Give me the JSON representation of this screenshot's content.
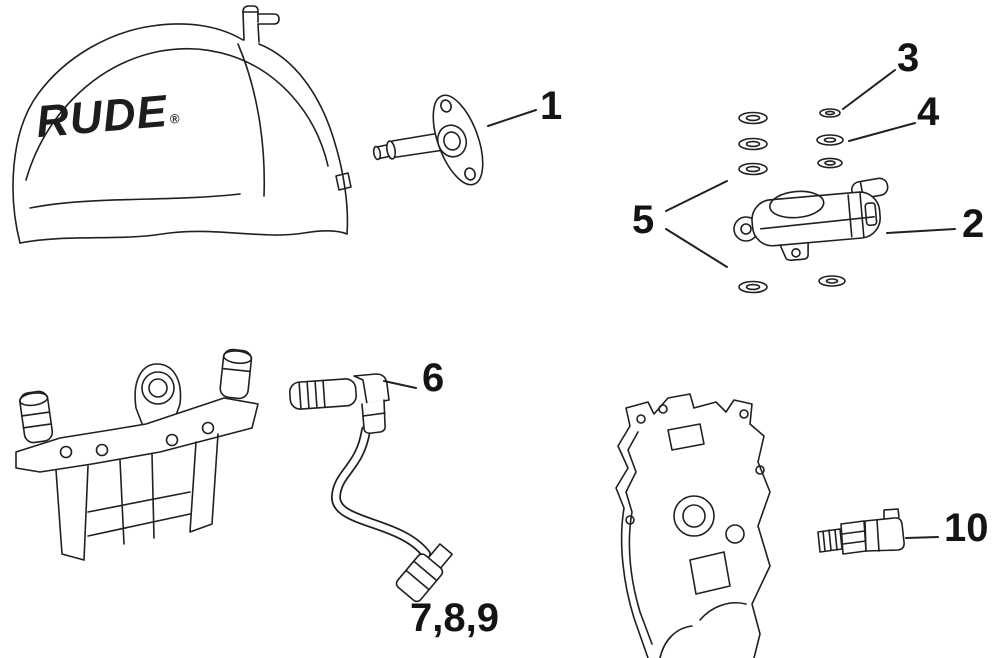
{
  "background_color": "#ffffff",
  "line_color": "#231f20",
  "brand": {
    "cowl_text": "RUDE",
    "registered_mark": "®"
  },
  "callouts": [
    {
      "label": "1"
    },
    {
      "label": "2"
    },
    {
      "label": "3"
    },
    {
      "label": "4"
    },
    {
      "label": "5"
    },
    {
      "label": "6"
    },
    {
      "label": "7,8,9"
    },
    {
      "label": "10"
    }
  ]
}
